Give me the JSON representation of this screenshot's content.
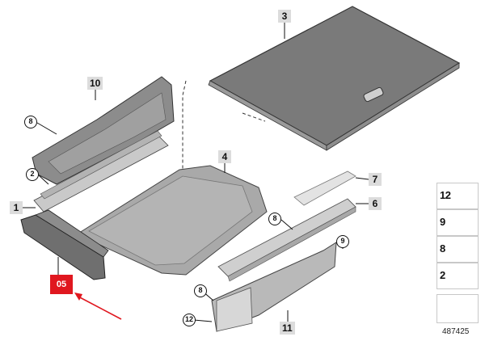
{
  "diagram": {
    "callouts": {
      "load_floor": "3",
      "side_panel": "10",
      "floor_mat": "4",
      "sill_cover": "7",
      "sill_trim": "6",
      "rear_panel": "11",
      "left_strip": "1",
      "part_8": "8",
      "part_2": "2",
      "part_9": "9",
      "part_12": "12"
    },
    "highlight_label": "05",
    "diagram_id": "487425"
  },
  "legend": {
    "items": [
      {
        "number": "12"
      },
      {
        "number": "9"
      },
      {
        "number": "8"
      },
      {
        "number": "2"
      }
    ]
  },
  "colors": {
    "highlight": "#e0171f",
    "part_gray": "#8a8a8a"
  }
}
